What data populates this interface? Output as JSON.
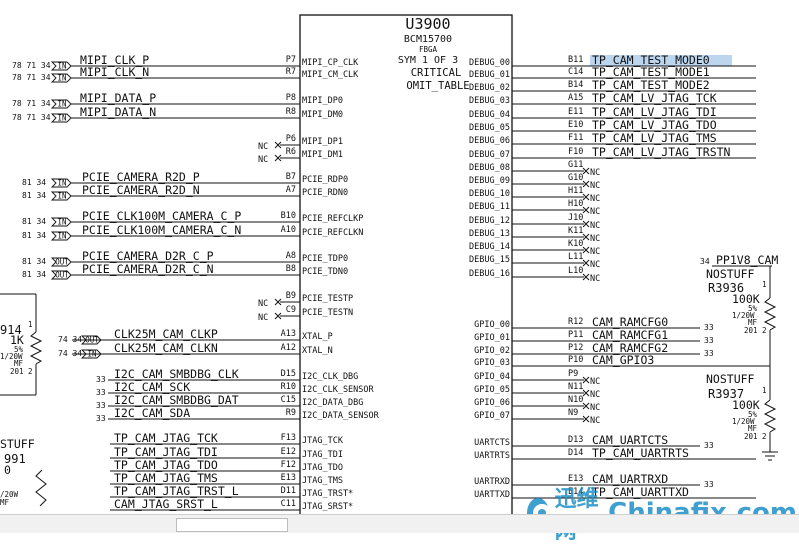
{
  "chip": {
    "ref": "U3900",
    "part": "BCM15700",
    "package": "FBGA",
    "sym": "SYM 1 OF 3",
    "critical": "CRITICAL",
    "table": "OMIT_TABLE"
  },
  "left_pins": [
    {
      "ref": "78 71 34",
      "flag": "IN",
      "net": "MIPI_CLK_P",
      "num": "P7",
      "pin": "MIPI_CP_CLK"
    },
    {
      "ref": "78 71 34",
      "flag": "IN",
      "net": "MIPI_CLK_N",
      "num": "R7",
      "pin": "MIPI_CM_CLK"
    },
    {
      "ref": "78 71 34",
      "flag": "IN",
      "net": "MIPI_DATA_P",
      "num": "P8",
      "pin": "MIPI_DP0"
    },
    {
      "ref": "78 71 34",
      "flag": "IN",
      "net": "MIPI_DATA_N",
      "num": "R8",
      "pin": "MIPI_DM0"
    },
    {
      "ref": "",
      "flag": "",
      "net": "",
      "num": "P6",
      "pin": "MIPI_DP1",
      "nc": "NC"
    },
    {
      "ref": "",
      "flag": "",
      "net": "",
      "num": "R6",
      "pin": "MIPI_DM1",
      "nc": "NC"
    },
    {
      "ref": "81 34",
      "flag": "IN",
      "net": "PCIE_CAMERA_R2D_P",
      "num": "B7",
      "pin": "PCIE_RDP0"
    },
    {
      "ref": "81 34",
      "flag": "IN",
      "net": "PCIE_CAMERA_R2D_N",
      "num": "A7",
      "pin": "PCIE_RDN0"
    },
    {
      "ref": "81 34",
      "flag": "IN",
      "net": "PCIE_CLK100M_CAMERA_C_P",
      "num": "B10",
      "pin": "PCIE_REFCLKP"
    },
    {
      "ref": "81 34",
      "flag": "IN",
      "net": "PCIE_CLK100M_CAMERA_C_N",
      "num": "A10",
      "pin": "PCIE_REFCLKN"
    },
    {
      "ref": "81 34",
      "flag": "OUT",
      "net": "PCIE_CAMERA_D2R_C_P",
      "num": "A8",
      "pin": "PCIE_TDP0"
    },
    {
      "ref": "81 34",
      "flag": "OUT",
      "net": "PCIE_CAMERA_D2R_C_N",
      "num": "B8",
      "pin": "PCIE_TDN0"
    },
    {
      "ref": "",
      "flag": "",
      "net": "",
      "num": "B9",
      "pin": "PCIE_TESTP",
      "nc": "NC"
    },
    {
      "ref": "",
      "flag": "",
      "net": "",
      "num": "C9",
      "pin": "PCIE_TESTN",
      "nc": "NC"
    },
    {
      "ref": "74 34",
      "flag": "OUT",
      "net": "CLK25M_CAM_CLKP",
      "num": "A13",
      "pin": "XTAL_P"
    },
    {
      "ref": "74 34",
      "flag": "IN",
      "net": "CLK25M_CAM_CLKN",
      "num": "A12",
      "pin": "XTAL_N"
    },
    {
      "ref": "33",
      "flag": "",
      "net": "I2C_CAM_SMBDBG_CLK",
      "num": "D15",
      "pin": "I2C_CLK_DBG"
    },
    {
      "ref": "33",
      "flag": "",
      "net": "I2C_CAM_SCK",
      "num": "R10",
      "pin": "I2C_CLK_SENSOR"
    },
    {
      "ref": "33",
      "flag": "",
      "net": "I2C_CAM_SMBDBG_DAT",
      "num": "C15",
      "pin": "I2C_DATA_DBG"
    },
    {
      "ref": "33",
      "flag": "",
      "net": "I2C_CAM_SDA",
      "num": "R9",
      "pin": "I2C_DATA_SENSOR"
    },
    {
      "ref": "",
      "flag": "",
      "net": "TP_CAM_JTAG_TCK",
      "num": "F13",
      "pin": "JTAG_TCK"
    },
    {
      "ref": "",
      "flag": "",
      "net": "TP_CAM_JTAG_TDI",
      "num": "E12",
      "pin": "JTAG_TDI"
    },
    {
      "ref": "",
      "flag": "",
      "net": "TP_CAM_JTAG_TDO",
      "num": "F12",
      "pin": "JTAG_TDO"
    },
    {
      "ref": "",
      "flag": "",
      "net": "TP_CAM_JTAG_TMS",
      "num": "E13",
      "pin": "JTAG_TMS"
    },
    {
      "ref": "",
      "flag": "",
      "net": "TP_CAM_JTAG_TRST_L",
      "num": "D11",
      "pin": "JTAG_TRST*"
    },
    {
      "ref": "",
      "flag": "",
      "net": "CAM_JTAG_SRST_L",
      "num": "C11",
      "pin": "JTAG_SRST*"
    }
  ],
  "right_pins": [
    {
      "pin": "DEBUG_00",
      "num": "B11",
      "net": "TP_CAM_TEST_MODE0",
      "ref": "",
      "highlight": true
    },
    {
      "pin": "DEBUG_01",
      "num": "C14",
      "net": "TP_CAM_TEST_MODE1",
      "ref": ""
    },
    {
      "pin": "DEBUG_02",
      "num": "B14",
      "net": "TP_CAM_TEST_MODE2",
      "ref": ""
    },
    {
      "pin": "DEBUG_03",
      "num": "A15",
      "net": "TP_CAM_LV_JTAG_TCK",
      "ref": ""
    },
    {
      "pin": "DEBUG_04",
      "num": "E11",
      "net": "TP_CAM_LV_JTAG_TDI",
      "ref": ""
    },
    {
      "pin": "DEBUG_05",
      "num": "E10",
      "net": "TP_CAM_LV_JTAG_TDO",
      "ref": ""
    },
    {
      "pin": "DEBUG_06",
      "num": "F11",
      "net": "TP_CAM_LV_JTAG_TMS",
      "ref": ""
    },
    {
      "pin": "DEBUG_07",
      "num": "F10",
      "net": "TP_CAM_LV_JTAG_TRSTN",
      "ref": ""
    },
    {
      "pin": "DEBUG_08",
      "num": "G11",
      "net": "",
      "nc": "NC"
    },
    {
      "pin": "DEBUG_09",
      "num": "G10",
      "net": "",
      "nc": "NC"
    },
    {
      "pin": "DEBUG_10",
      "num": "H11",
      "net": "",
      "nc": "NC"
    },
    {
      "pin": "DEBUG_11",
      "num": "H10",
      "net": "",
      "nc": "NC"
    },
    {
      "pin": "DEBUG_12",
      "num": "J10",
      "net": "",
      "nc": "NC"
    },
    {
      "pin": "DEBUG_13",
      "num": "K11",
      "net": "",
      "nc": "NC"
    },
    {
      "pin": "DEBUG_14",
      "num": "K10",
      "net": "",
      "nc": "NC"
    },
    {
      "pin": "DEBUG_15",
      "num": "L11",
      "net": "",
      "nc": "NC"
    },
    {
      "pin": "DEBUG_16",
      "num": "L10",
      "net": "",
      "nc": "NC"
    },
    {
      "pin": "GPIO_00",
      "num": "R12",
      "net": "CAM_RAMCFG0",
      "ref": "33"
    },
    {
      "pin": "GPIO_01",
      "num": "P11",
      "net": "CAM_RAMCFG1",
      "ref": "33"
    },
    {
      "pin": "GPIO_02",
      "num": "P12",
      "net": "CAM_RAMCFG2",
      "ref": "33"
    },
    {
      "pin": "GPIO_03",
      "num": "P10",
      "net": "CAM_GPIO3",
      "ref": ""
    },
    {
      "pin": "GPIO_04",
      "num": "P9",
      "net": "",
      "nc": "NC"
    },
    {
      "pin": "GPIO_05",
      "num": "N11",
      "net": "",
      "nc": "NC"
    },
    {
      "pin": "GPIO_06",
      "num": "N10",
      "net": "",
      "nc": "NC"
    },
    {
      "pin": "GPIO_07",
      "num": "N9",
      "net": "",
      "nc": "NC"
    },
    {
      "pin": "UARTCTS",
      "num": "D13",
      "net": "CAM_UARTCTS",
      "ref": "33"
    },
    {
      "pin": "UARTRTS",
      "num": "D14",
      "net": "TP_CAM_UARTRTS",
      "ref": ""
    },
    {
      "pin": "UARTRXD",
      "num": "E13",
      "net": "CAM_UARTRXD",
      "ref": "33"
    },
    {
      "pin": "UARTTXD",
      "num": "E14",
      "net": "TP_CAM_UARTTXD",
      "ref": ""
    }
  ],
  "power_net": {
    "name": "PP1V8_CAM",
    "ref": "34"
  },
  "resistors": [
    {
      "tag": "NOSTUFF",
      "ref": "R3936",
      "pin1": "1",
      "value": "100K",
      "tol": "5%",
      "power": "1/20W",
      "type": "MF",
      "size": "201",
      "pin2": "2"
    },
    {
      "tag": "NOSTUFF",
      "ref": "R3937",
      "pin1": "1",
      "value": "100K",
      "tol": "5%",
      "power": "1/20W",
      "type": "MF",
      "size": "201",
      "pin2": "2"
    }
  ],
  "left_partial": {
    "ref1": "914",
    "sup1": "1",
    "value1": "1K",
    "tol1": "5%",
    "power1": "1/20W",
    "type1": "MF",
    "size1": "201",
    "pin1": "2",
    "tag2": "STUFF",
    "ref2": "991",
    "value2": "0",
    "power2": "/20W",
    "type2": "MF"
  },
  "watermark": {
    "cn": "迅维网",
    "en": "Chinafix.com"
  }
}
